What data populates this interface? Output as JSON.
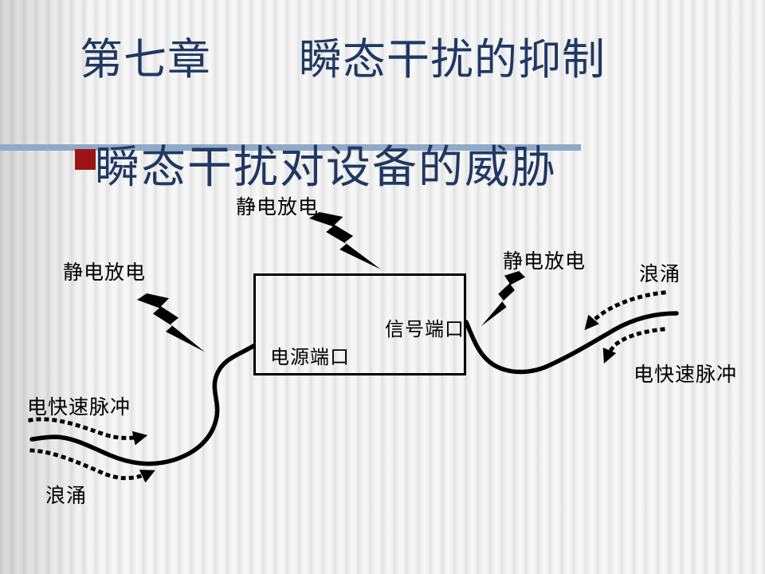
{
  "slide": {
    "title": "第七章　　瞬态干扰的抑制",
    "bullet_heading": "瞬态干扰对设备的威胁"
  },
  "diagram": {
    "device_box": {
      "power_port_label": "电源端口",
      "signal_port_label": "信号端口"
    },
    "labels": {
      "esd_top": "静电放电",
      "esd_left": "静电放电",
      "esd_right": "静电放电",
      "surge_right": "浪涌",
      "eft_right": "电快速脉冲",
      "eft_left": "电快速脉冲",
      "surge_left": "浪涌"
    },
    "icons": {
      "lightning_bolt": "lightning-bolt",
      "dotted_arrow": "dotted-curved-arrow",
      "solid_cable": "curved-cable-line"
    }
  },
  "colors": {
    "title_text": "#1F3864",
    "accent_line": "#8FA9C8",
    "bullet_square": "#9E1414",
    "diagram_ink": "#000000",
    "background": "#F4F4F4"
  }
}
